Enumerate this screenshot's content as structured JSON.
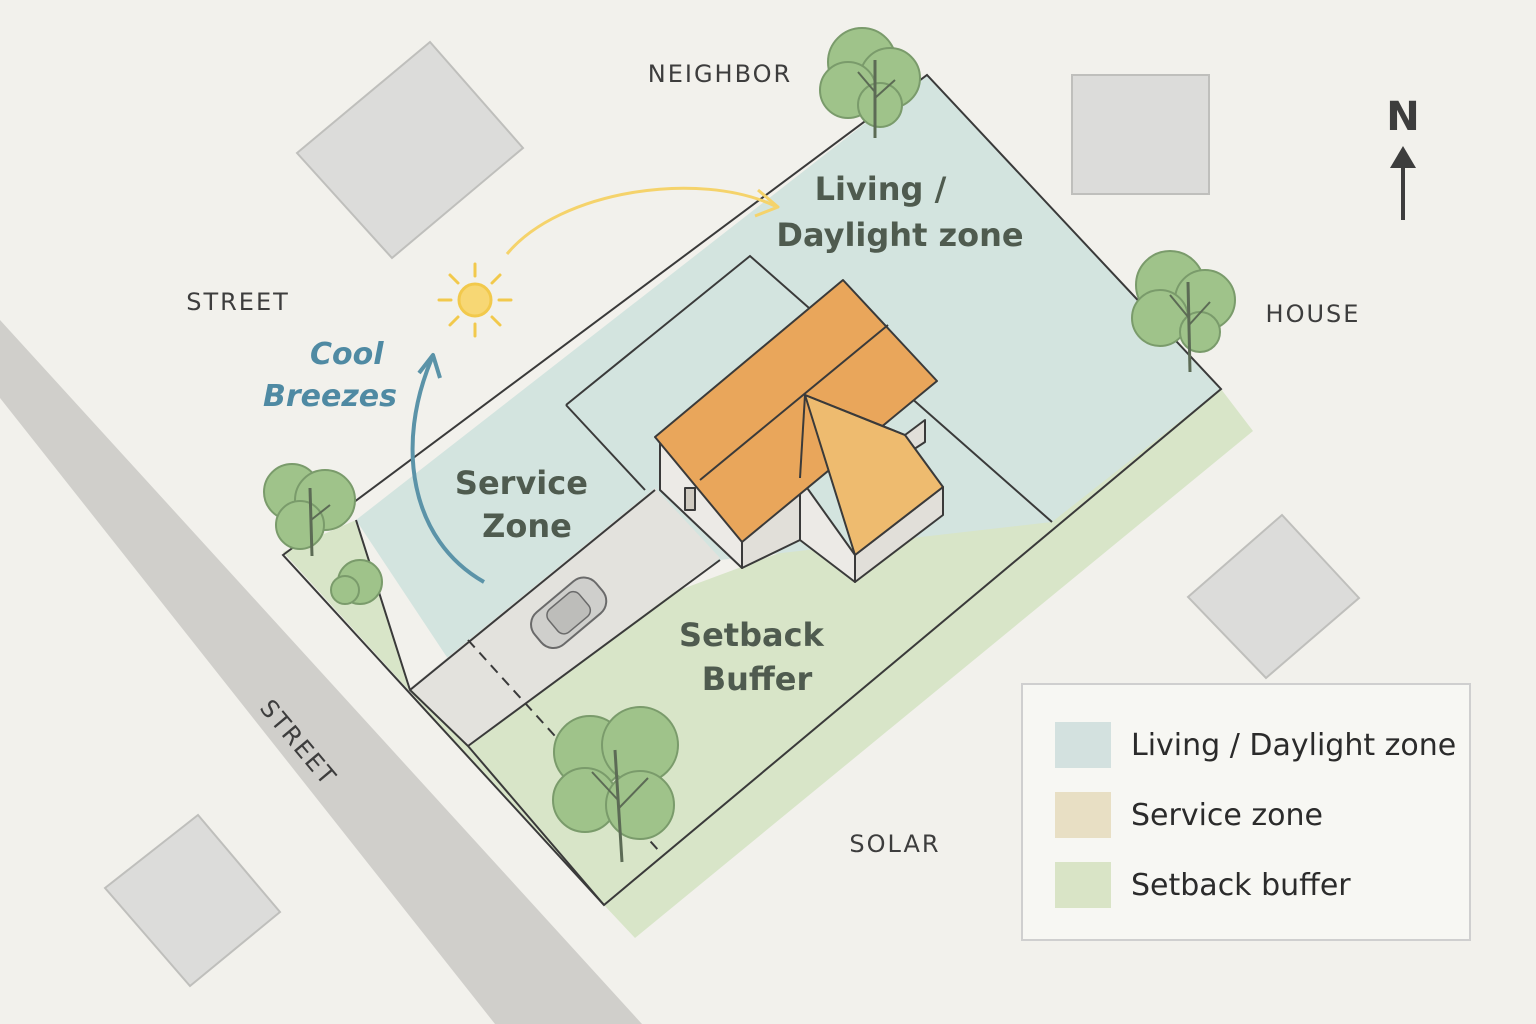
{
  "labels": {
    "neighbor": "NEIGHBOR",
    "street_left": "STREET",
    "street_road": "STREET",
    "house": "HOUSE",
    "solar": "SOLAR",
    "north": "N"
  },
  "zones": {
    "living_line1": "Living /",
    "living_line2": "Daylight zone",
    "service_line1": "Service",
    "service_line2": "Zone",
    "setback_line1": "Setback",
    "setback_line2": "Buffer"
  },
  "breeze": {
    "line1": "Cool",
    "line2": "Breezes"
  },
  "legend": {
    "items": [
      {
        "label": "Living / Daylight zone",
        "color": "#d3e1df"
      },
      {
        "label": "Service zone",
        "color": "#e8dfc4"
      },
      {
        "label": "Setback buffer",
        "color": "#d9e4c6"
      }
    ]
  },
  "colors": {
    "living": "#d3e4df",
    "setback": "#d8e5c8",
    "road": "#d0cfcb",
    "neighbor_lot": "#dcdcda",
    "roof": "#e9a65b",
    "tree": "#9fc38a",
    "sun": "#f5d36b",
    "breeze": "#5b93a8"
  }
}
